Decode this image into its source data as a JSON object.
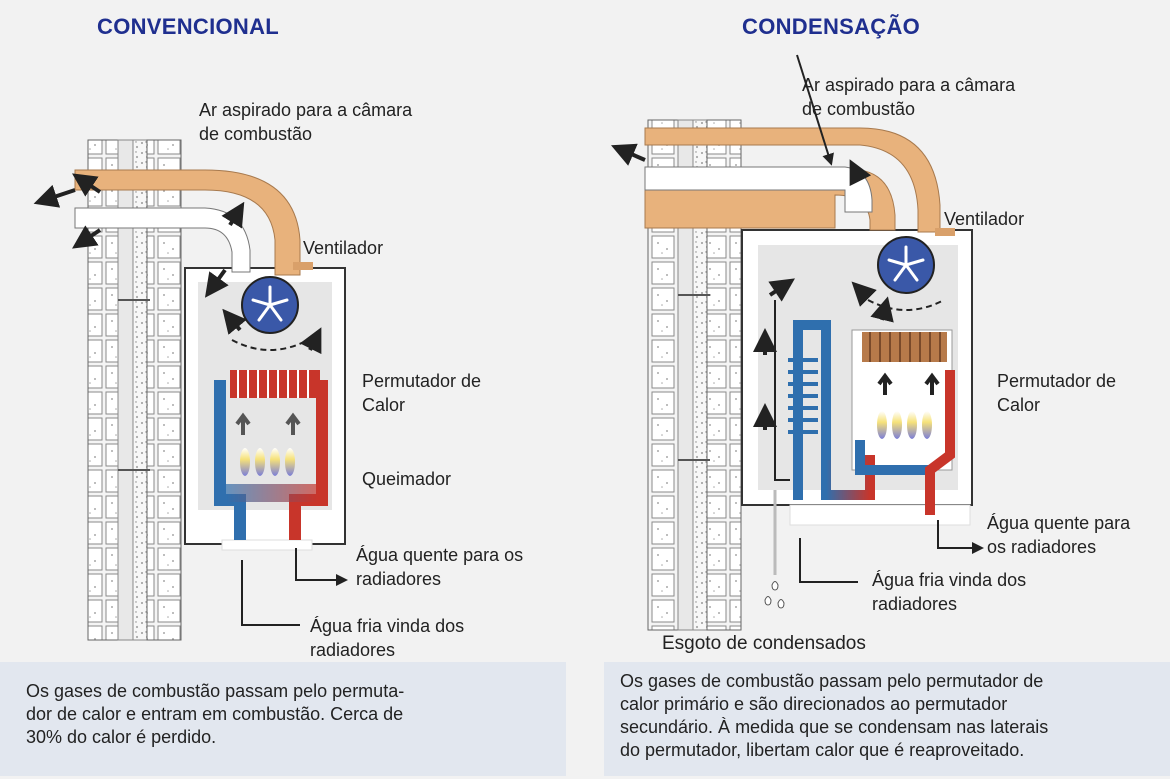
{
  "left": {
    "title": "CONVENCIONAL",
    "labels": {
      "air": [
        "Ar aspirado para a câmara",
        "de combustão"
      ],
      "fan": "Ventilador",
      "exchanger": [
        "Permutador de",
        "Calor"
      ],
      "burner": "Queimador",
      "hot_water": [
        "Água quente para os",
        "radiadores"
      ],
      "cold_water": [
        "Água fria vinda dos",
        "radiadores"
      ]
    },
    "caption": [
      "Os gases de combustão passam pelo permuta-",
      "dor de calor e entram em combustão. Cerca de",
      "30% do calor é perdido."
    ]
  },
  "right": {
    "title": "CONDENSAÇÃO",
    "labels": {
      "air": [
        "Ar aspirado para a câmara",
        "de combustão"
      ],
      "fan": "Ventilador",
      "exchanger": [
        "Permutador de",
        "Calor"
      ],
      "hot_water": [
        "Água quente para",
        "os radiadores"
      ],
      "cold_water": [
        "Água fria vinda dos",
        "radiadores"
      ],
      "drain": "Esgoto de condensados"
    },
    "caption": [
      "Os gases de combustão passam pelo permutador de",
      "calor primário e são direcionados ao permutador",
      "secundário. À medida que se condensam nas laterais",
      "do permutador, libertam calor que é reaproveitado."
    ]
  },
  "colors": {
    "title": "#1f2f8f",
    "duct": "#e8b27c",
    "hot": "#c8352a",
    "cold": "#2f6fae",
    "fan": "#3a58a8",
    "caption_bg": "#e2e7ef"
  }
}
